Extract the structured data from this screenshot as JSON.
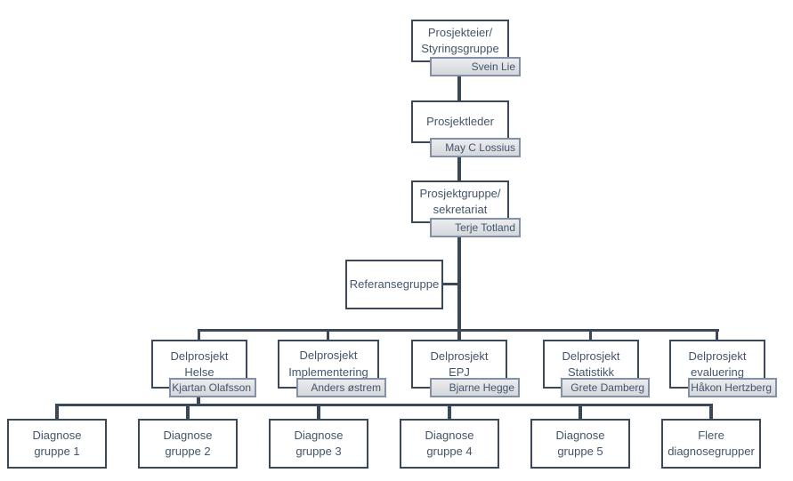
{
  "colors": {
    "box_border": "#3b4858",
    "box_fill": "#ffffff",
    "text": "#44546a",
    "connector_line": "#3b4858",
    "tag_border": "#8291a8",
    "tag_fill_top": "#ebecee",
    "tag_fill_bottom": "#d4d7db",
    "background": "#ffffff"
  },
  "org": {
    "prosjekteier": {
      "line1": "Prosjekteier/",
      "line2": "Styringsgruppe",
      "person": "Svein Lie"
    },
    "prosjektleder": {
      "line1": "Prosjektleder",
      "person": "May C Lossius"
    },
    "prosjektgruppe": {
      "line1": "Prosjektgruppe/",
      "line2": "sekretariat",
      "person": "Terje Totland"
    },
    "referansegruppe": {
      "line1": "Referansegruppe"
    },
    "delprosjekt": [
      {
        "line1": "Delprosjekt",
        "line2": "Helse",
        "person": "Kjartan Olafsson"
      },
      {
        "line1": "Delprosjekt",
        "line2": "Implementering",
        "person": "Anders østrem"
      },
      {
        "line1": "Delprosjekt",
        "line2": "EPJ",
        "person": "Bjarne Hegge"
      },
      {
        "line1": "Delprosjekt",
        "line2": "Statistikk",
        "person": "Grete Damberg"
      },
      {
        "line1": "Delprosjekt",
        "line2": "evaluering",
        "person": "Håkon Hertzberg"
      }
    ],
    "diagnose": [
      {
        "line1": "Diagnose",
        "line2": "gruppe 1"
      },
      {
        "line1": "Diagnose",
        "line2": "gruppe 2"
      },
      {
        "line1": "Diagnose",
        "line2": "gruppe 3"
      },
      {
        "line1": "Diagnose",
        "line2": "gruppe 4"
      },
      {
        "line1": "Diagnose",
        "line2": "gruppe 5"
      },
      {
        "line1": "Flere",
        "line2": "diagnosegrupper"
      }
    ]
  }
}
